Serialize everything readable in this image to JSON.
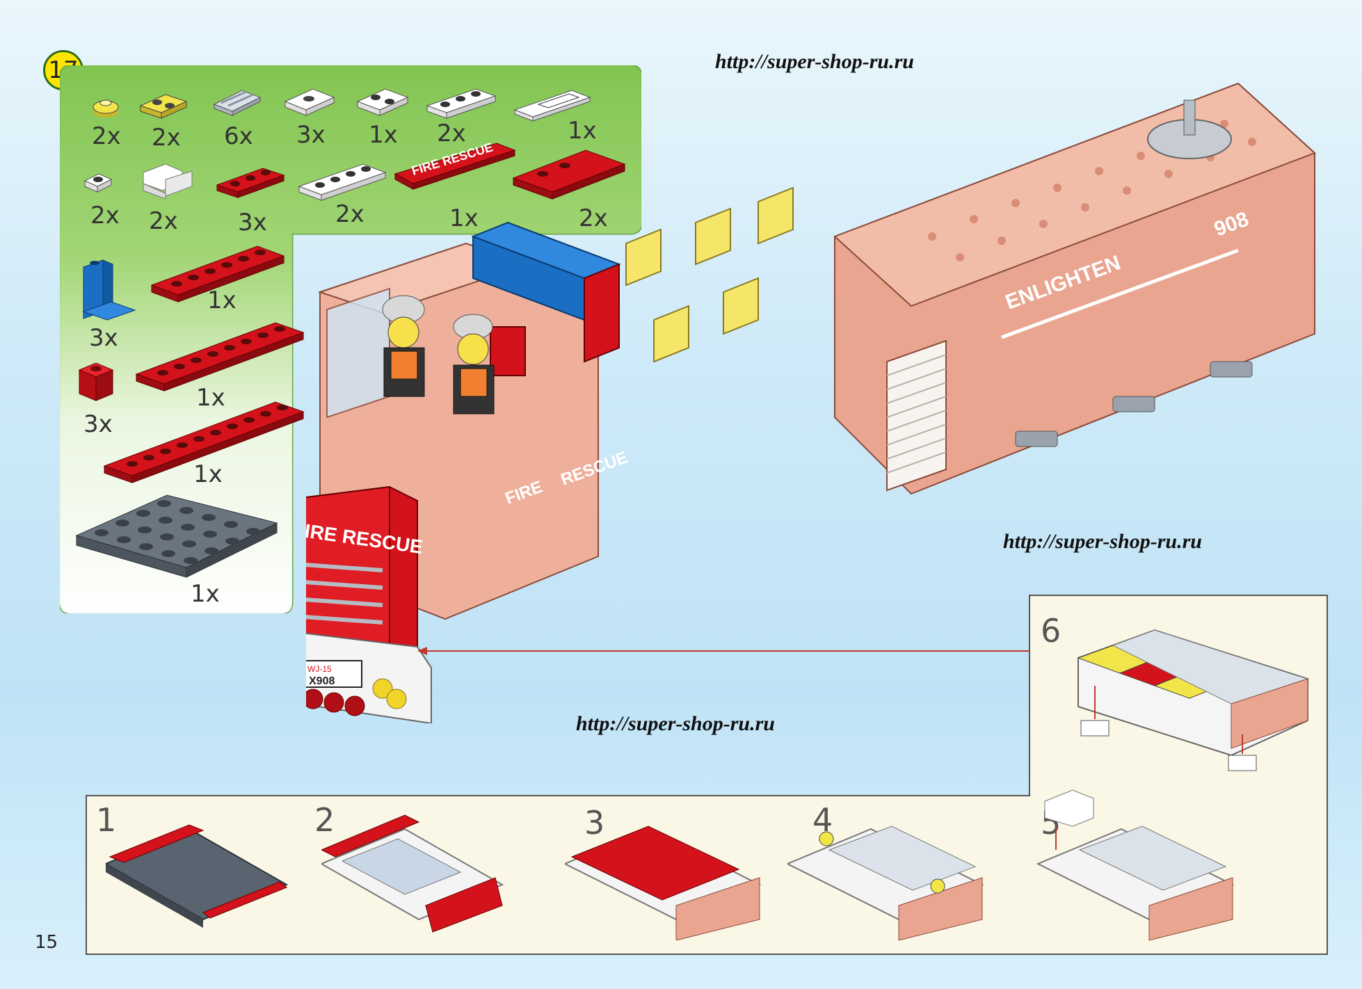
{
  "step": {
    "number": "17"
  },
  "watermarks": [
    "http://super-shop-ru.ru",
    "http://super-shop-ru.ru",
    "http://super-shop-ru.ru"
  ],
  "parts": [
    {
      "qty": "2x",
      "color": "#f2e54a",
      "name": "yellow-round-plate"
    },
    {
      "qty": "2x",
      "color": "#f2e54a",
      "name": "yellow-plate-1x2"
    },
    {
      "qty": "6x",
      "color": "#c9d2db",
      "name": "grey-grille-tile"
    },
    {
      "qty": "3x",
      "color": "#ffffff",
      "name": "white-jumper-plate"
    },
    {
      "qty": "1x",
      "color": "#ffffff",
      "name": "white-plate-1x2"
    },
    {
      "qty": "2x",
      "color": "#ffffff",
      "name": "white-plate-1x3"
    },
    {
      "qty": "1x",
      "color": "#ffffff",
      "name": "license-tile"
    },
    {
      "qty": "2x",
      "color": "#ffffff",
      "name": "white-plate-1x1"
    },
    {
      "qty": "2x",
      "color": "#ffffff",
      "name": "white-bracket"
    },
    {
      "qty": "3x",
      "color": "#d4121b",
      "name": "red-plate-1x3"
    },
    {
      "qty": "2x",
      "color": "#ffffff",
      "name": "white-plate-1x4"
    },
    {
      "qty": "1x",
      "color": "#d4121b",
      "name": "fire-rescue-tile"
    },
    {
      "qty": "2x",
      "color": "#d4121b",
      "name": "red-slope"
    },
    {
      "qty": "3x",
      "color": "#1a6fc4",
      "name": "blue-bracket"
    },
    {
      "qty": "1x",
      "color": "#d4121b",
      "name": "red-plate-1x6"
    },
    {
      "qty": "3x",
      "color": "#d4121b",
      "name": "red-brick-1x1"
    },
    {
      "qty": "1x",
      "color": "#d4121b",
      "name": "red-plate-1x8"
    },
    {
      "qty": "1x",
      "color": "#d4121b",
      "name": "red-plate-1x10"
    },
    {
      "qty": "1x",
      "color": "#5a6470",
      "name": "grey-plate-6x8"
    }
  ],
  "model_labels": {
    "grille_text": "FIRE RESCUE",
    "door_text_1": "FIRE",
    "door_text_2": "RESCUE",
    "side_text": "ENLIGHTEN",
    "truck_number": "908",
    "plate_top": "WJ-15",
    "plate_bottom": "X908",
    "tile_text": "FIRE RESCUE"
  },
  "sub_steps": [
    "1",
    "2",
    "3",
    "4",
    "5",
    "6"
  ],
  "page_number": "15",
  "colors": {
    "panel_green": "#7cc24a",
    "brick_red": "#d4121b",
    "body_salmon": "#e9a58f",
    "frame_bg": "#fbf7e6"
  }
}
